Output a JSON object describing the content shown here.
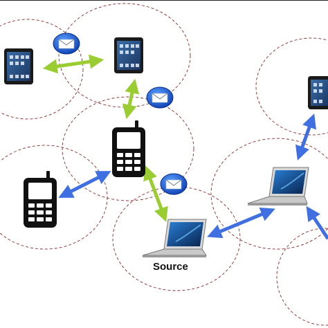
{
  "diagram": {
    "labels": {
      "source": "Source"
    },
    "colors": {
      "range_circle": "#8b2a2a",
      "link_green": "#9acd32",
      "link_blue": "#3f6fe0",
      "message_badge": "#1f5fd6",
      "phone_body": "#111111",
      "laptop_screen": "#0e3a7a",
      "tablet_body": "#1a1a1a"
    },
    "devices": [
      {
        "id": "tablet-top-left",
        "kind": "tablet"
      },
      {
        "id": "tablet-top-center",
        "kind": "tablet"
      },
      {
        "id": "tablet-right",
        "kind": "tablet"
      },
      {
        "id": "phone-center",
        "kind": "phone"
      },
      {
        "id": "phone-left",
        "kind": "phone"
      },
      {
        "id": "laptop-source",
        "kind": "laptop"
      },
      {
        "id": "laptop-right",
        "kind": "laptop"
      }
    ],
    "links": [
      {
        "from": "tablet-top-left",
        "to": "tablet-top-center",
        "color": "green"
      },
      {
        "from": "tablet-top-center",
        "to": "phone-center",
        "color": "green"
      },
      {
        "from": "phone-center",
        "to": "laptop-source",
        "color": "green"
      },
      {
        "from": "phone-center",
        "to": "phone-left",
        "color": "blue"
      },
      {
        "from": "laptop-source",
        "to": "laptop-right",
        "color": "blue"
      },
      {
        "from": "laptop-right",
        "to": "tablet-right",
        "color": "blue"
      },
      {
        "from": "laptop-right",
        "to": "offscreen-right",
        "color": "blue"
      }
    ],
    "message_icons": [
      "envelope-icon",
      "envelope-icon",
      "envelope-icon"
    ]
  }
}
